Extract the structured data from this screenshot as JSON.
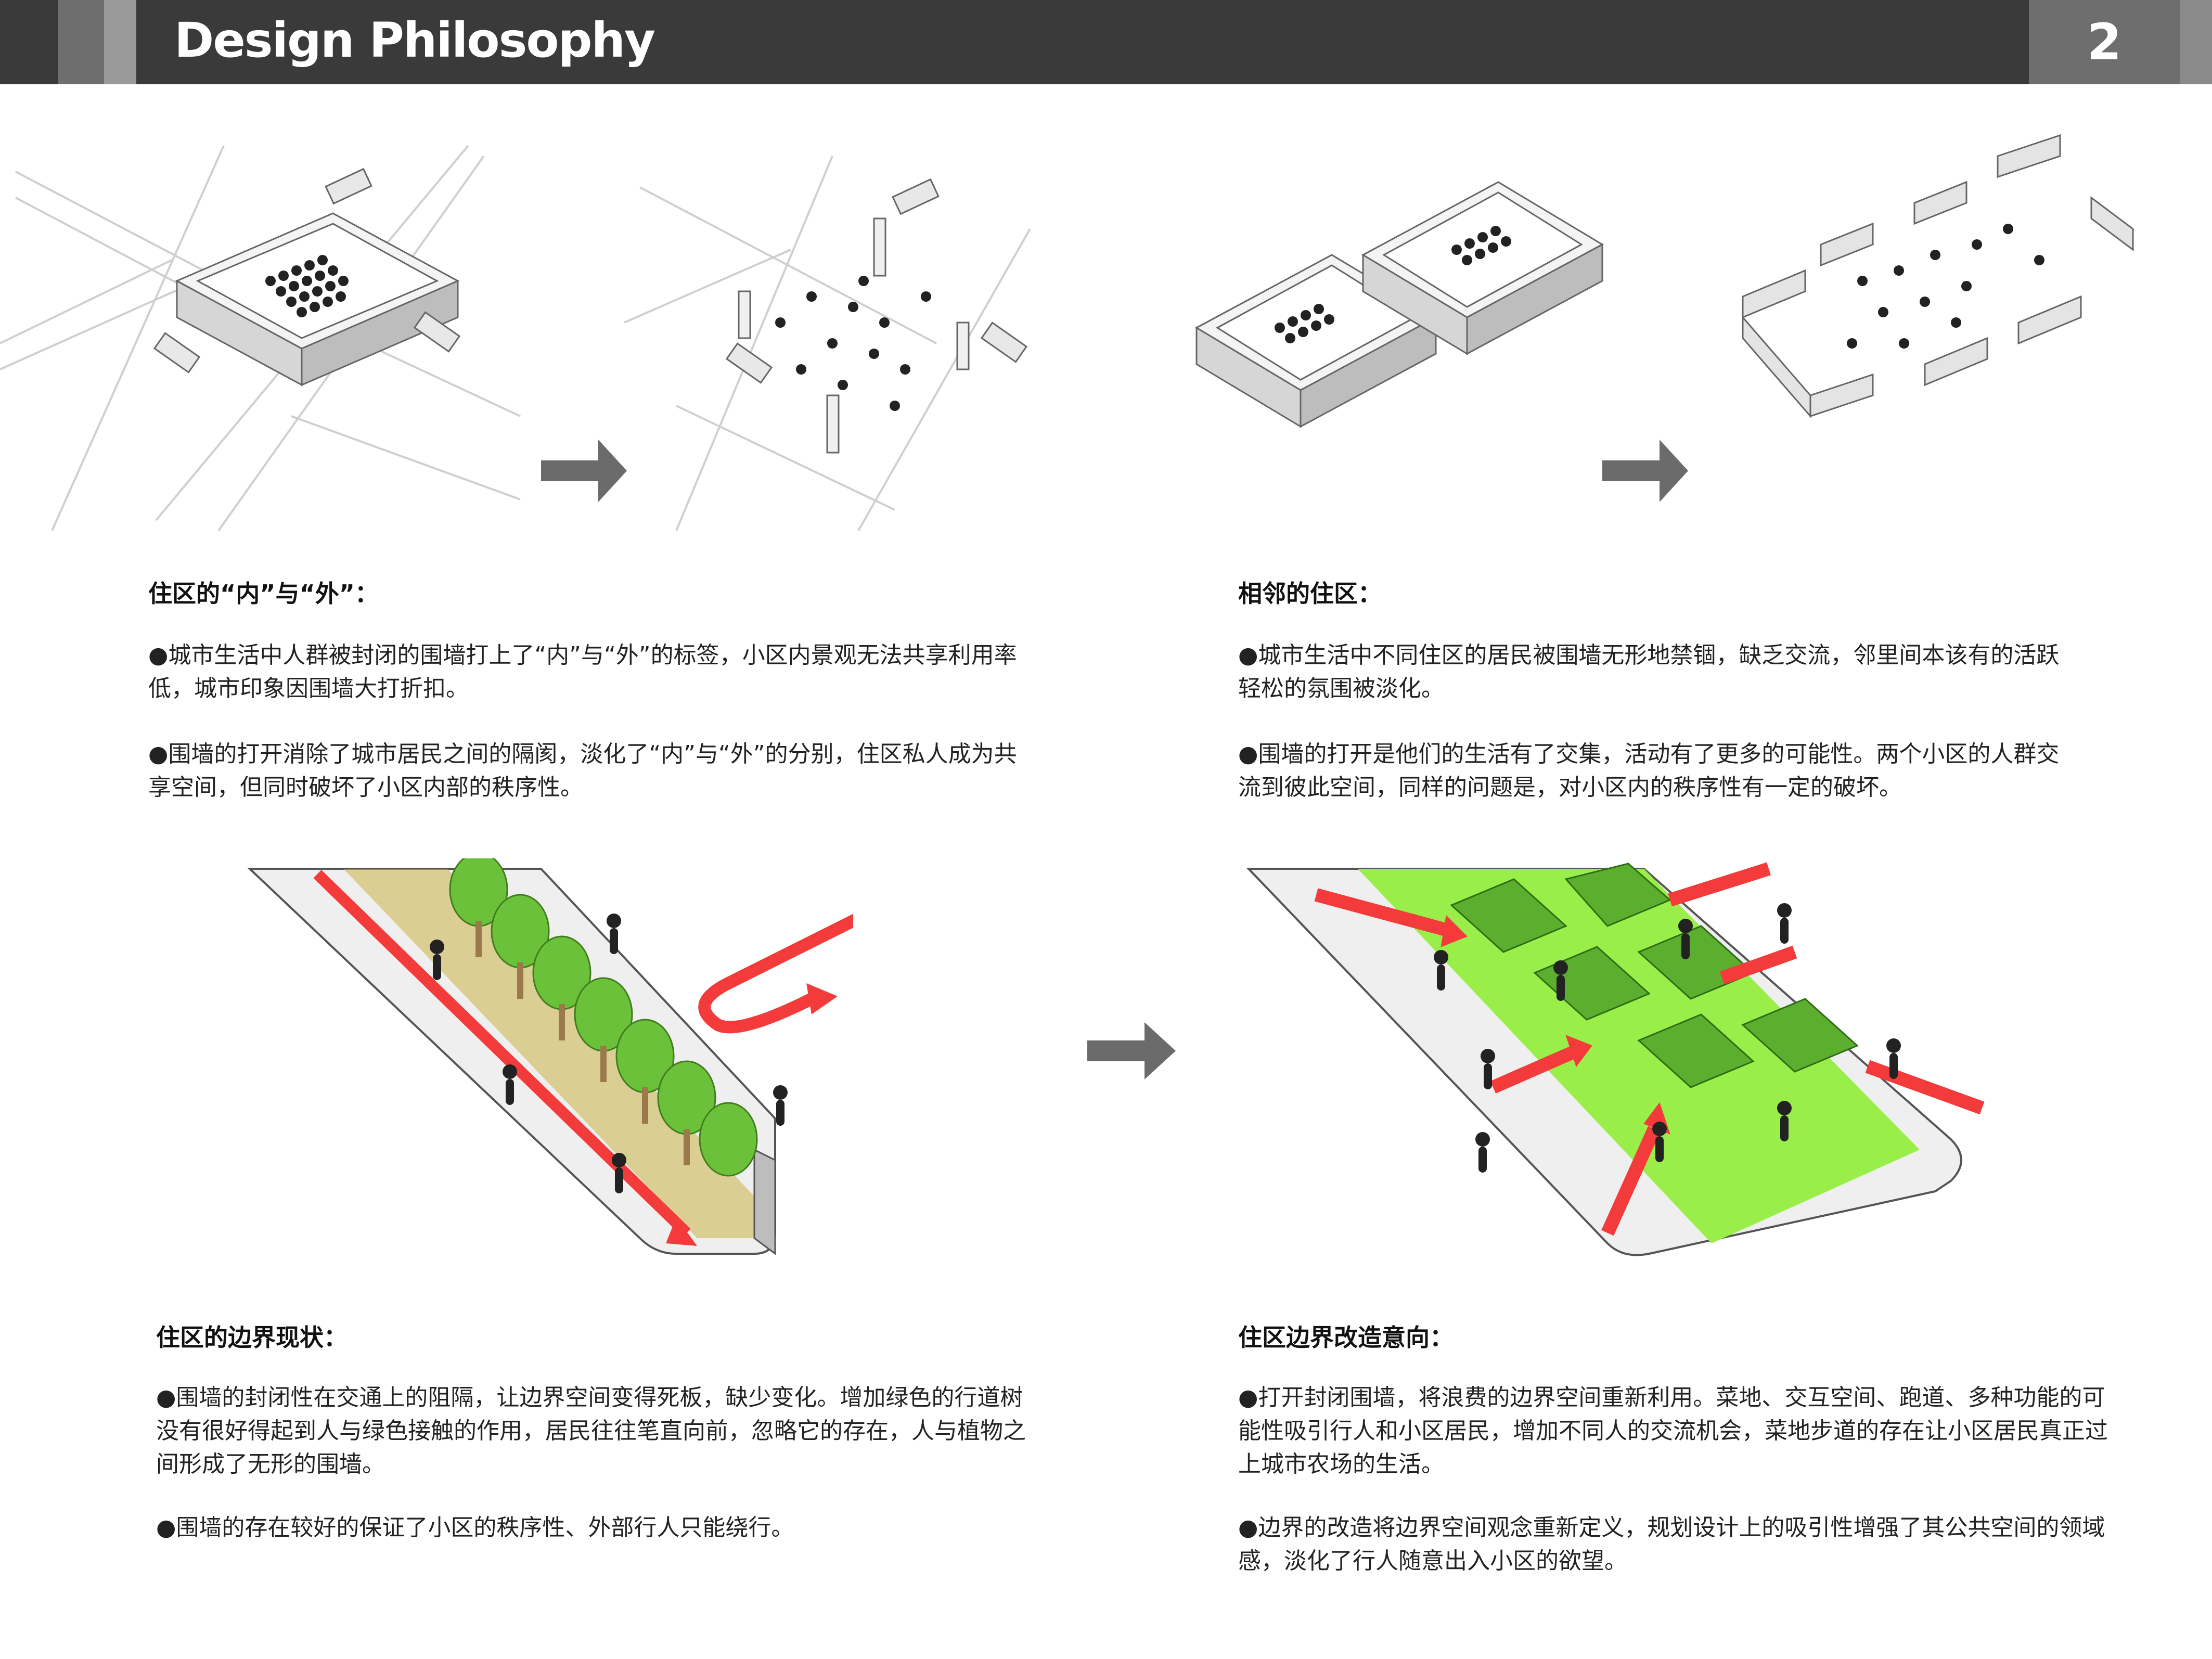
{
  "header": {
    "title": "Design Philosophy",
    "page_number": "2"
  },
  "sections": {
    "inside_outside": {
      "title": "住区的“内”与“外”：",
      "p1": "●城市生活中人群被封闭的围墙打上了“内”与“外”的标签，小区内景观无法共享利用率低，城市印象因围墙大打折扣。",
      "p2": "●围墙的打开消除了城市居民之间的隔阂，淡化了“内”与“外”的分别，住区私人成为共享空间，但同时破坏了小区内部的秩序性。"
    },
    "neighbors": {
      "title": "相邻的住区：",
      "p1": "●城市生活中不同住区的居民被围墙无形地禁锢，缺乏交流，邻里间本该有的活跃轻松的氛围被淡化。",
      "p2": "●围墙的打开是他们的生活有了交集，活动有了更多的可能性。两个小区的人群交流到彼此空间，同样的问题是，对小区内的秩序性有一定的破坏。"
    },
    "boundary_status": {
      "title": "住区的边界现状：",
      "p1": "●围墙的封闭性在交通上的阻隔，让边界空间变得死板，缺少变化。增加绿色的行道树没有很好得起到人与绿色接触的作用，居民往往笔直向前，忽略它的存在，人与植物之间形成了无形的围墙。",
      "p2": "●围墙的存在较好的保证了小区的秩序性、外部行人只能绕行。"
    },
    "boundary_renovation": {
      "title": "住区边界改造意向：",
      "p1": "●打开封闭围墙，将浪费的边界空间重新利用。菜地、交互空间、跑道、多种功能的可能性吸引行人和小区居民，增加不同人的交流机会，菜地步道的存在让小区居民真正过上城市农场的生活。",
      "p2": "●边界的改造将边界空间观念重新定义，规划设计上的吸引性增强了其公共空间的领域感，淡化了行人随意出入小区的欲望。"
    }
  },
  "colors": {
    "header_bg": "#3a3a3a",
    "arrow_gray": "#6b6b6b",
    "accent_red": "#f43b3b",
    "lawn_green": "#9aee4a",
    "tree_green": "#6cc13a"
  }
}
